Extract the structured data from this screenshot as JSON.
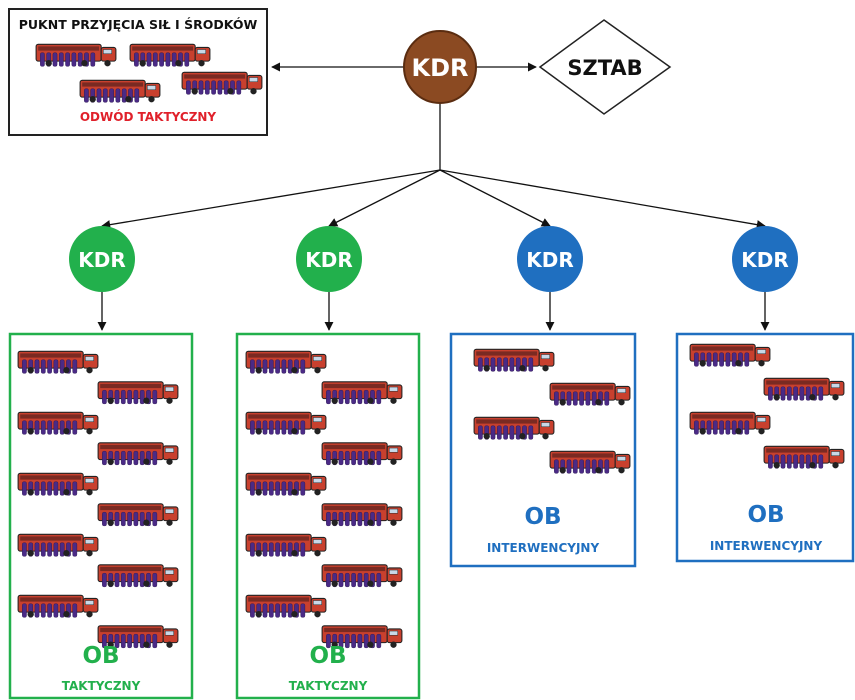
{
  "colors": {
    "command_brown": "#8b4a22",
    "tactical_green": "#22b04c",
    "intervention_blue": "#1f6fc0",
    "reserve_red": "#e0202a",
    "border_dark": "#222222",
    "truck_red": "#c8402e",
    "truck_crew": "#4a2a86"
  },
  "top": {
    "commander": {
      "label": "KDR",
      "color": "command_brown"
    },
    "staff": {
      "label": "SZTAB"
    },
    "reserve": {
      "title": "PUKNT PRZYJĘCIA SIŁ I ŚRODKÓW",
      "subtitle": "ODWÓD TAKTYCZNY",
      "truck_count": 4,
      "icon": "fire-truck-icon"
    }
  },
  "groups": [
    {
      "commander_label": "KDR",
      "color": "tactical_green",
      "unit_label": "OB",
      "unit_type": "TAKTYCZNY",
      "truck_count": 10,
      "icon": "fire-truck-icon"
    },
    {
      "commander_label": "KDR",
      "color": "tactical_green",
      "unit_label": "OB",
      "unit_type": "TAKTYCZNY",
      "truck_count": 10,
      "icon": "fire-truck-icon"
    },
    {
      "commander_label": "KDR",
      "color": "intervention_blue",
      "unit_label": "OB",
      "unit_type": "INTERWENCYJNY",
      "truck_count": 4,
      "icon": "fire-truck-icon"
    },
    {
      "commander_label": "KDR",
      "color": "intervention_blue",
      "unit_label": "OB",
      "unit_type": "INTERWENCYJNY",
      "truck_count": 4,
      "icon": "fire-truck-icon"
    }
  ]
}
